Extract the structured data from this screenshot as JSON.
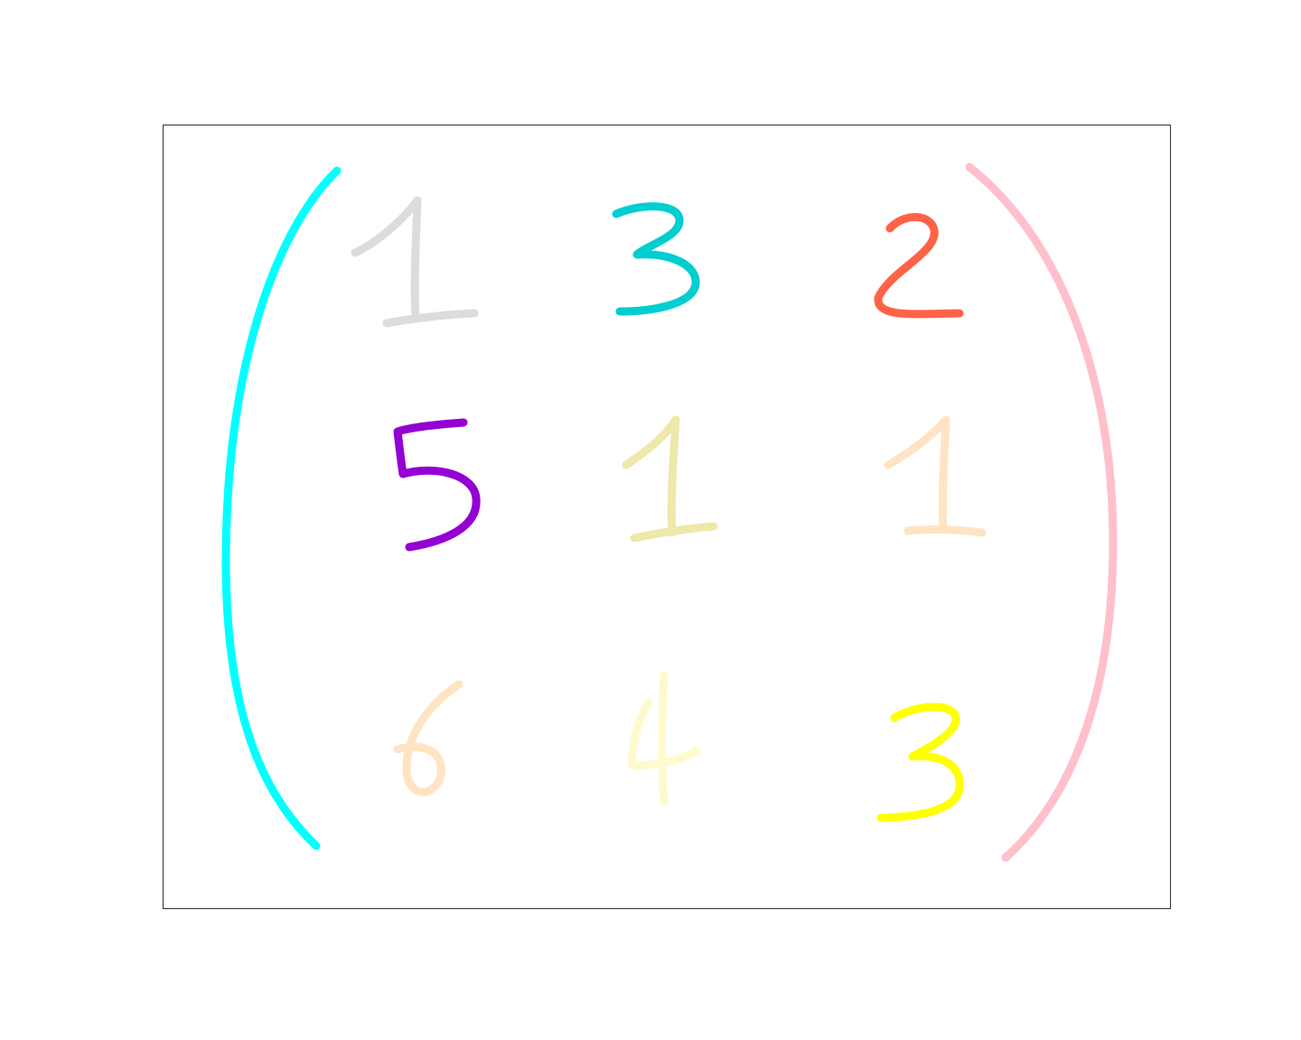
{
  "matrix": {
    "left_bracket_color": "#00ffff",
    "right_bracket_color": "#ffc0cb",
    "rows": [
      [
        {
          "value": "1",
          "color": "#dcdcdc"
        },
        {
          "value": "3",
          "color": "#00ced1"
        },
        {
          "value": "2",
          "color": "#ff6347"
        }
      ],
      [
        {
          "value": "5",
          "color": "#9400d3"
        },
        {
          "value": "1",
          "color": "#eee8aa"
        },
        {
          "value": "1",
          "color": "#ffe4c4"
        }
      ],
      [
        {
          "value": "6",
          "color": "#ffe4c4"
        },
        {
          "value": "4",
          "color": "#fffacd"
        },
        {
          "value": "3",
          "color": "#ffff00"
        }
      ]
    ]
  }
}
